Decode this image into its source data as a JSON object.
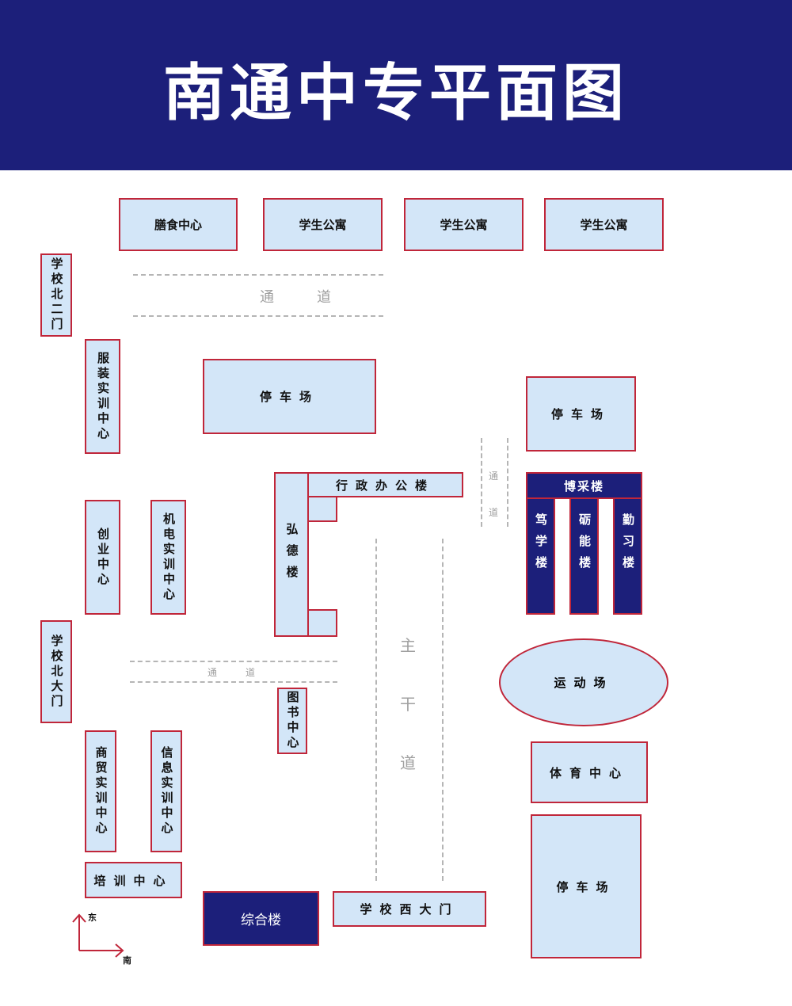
{
  "title": "南通中专平面图",
  "buildings": {
    "canteen": "膳食中心",
    "dorm1": "学生公寓",
    "dorm2": "学生公寓",
    "dorm3": "学生公寓",
    "north_gate_2": "学校北二门",
    "garment_center": "服装实训中心",
    "parking_center": "停车场",
    "parking_east": "停车场",
    "admin_building": "行政办公楼",
    "hongde_building": "弘德楼",
    "bocai_building": "博采楼",
    "duxue_building": "笃学楼",
    "yanneng_building": "砺能楼",
    "qinxi_building": "勤习楼",
    "startup_center": "创业中心",
    "mechatronics_center": "机电实训中心",
    "north_gate": "学校北大门",
    "library": "图书中心",
    "stadium": "运动场",
    "sports_center": "体育中心",
    "parking_south": "停车场",
    "commerce_center": "商贸实训中心",
    "info_center": "信息实训中心",
    "training_center": "培训中心",
    "complex_building": "综合楼",
    "west_gate": "学校西大门"
  },
  "roads": {
    "passage_top": "通　　　道",
    "passage_mid": "通　　　道",
    "passage_vertical": "通道",
    "main_road": "主干道"
  },
  "compass": {
    "up": "东",
    "right": "南"
  },
  "colors": {
    "header": "#1c1f7a",
    "building_fill": "#d3e6f8",
    "building_border": "#c0263a",
    "dark_building": "#1c1f7a"
  }
}
